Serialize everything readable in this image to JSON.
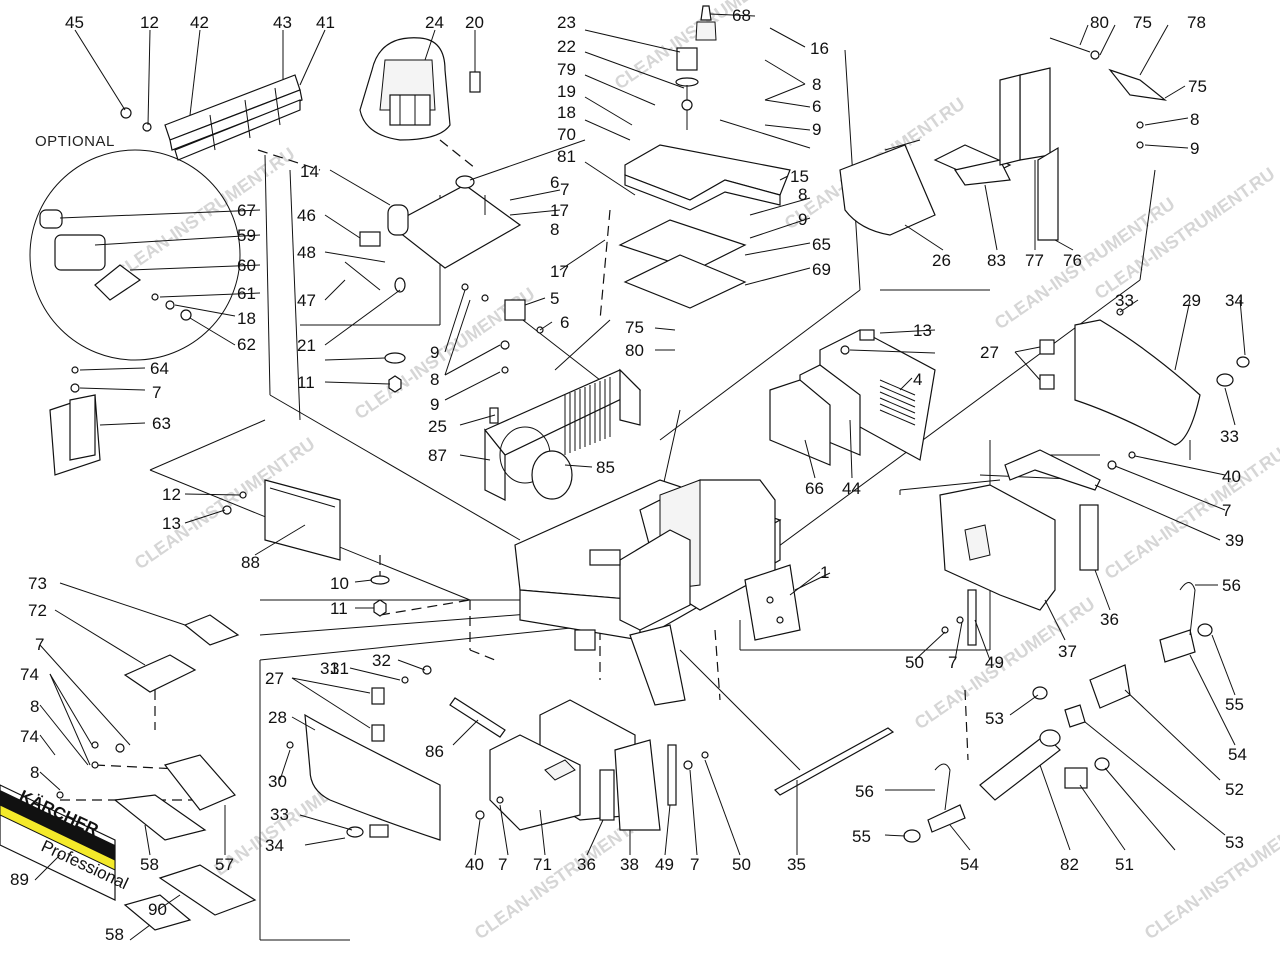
{
  "diagram": {
    "optional_label": "OPTIONAL",
    "watermark": "CLEAN-INSTRUMENT.RU",
    "logo": {
      "brand": "KÄRCHER",
      "sub": "Professional"
    },
    "part_numbers": [
      "45",
      "12",
      "42",
      "43",
      "41",
      "24",
      "20",
      "23",
      "68",
      "16",
      "22",
      "8",
      "79",
      "6",
      "19",
      "9",
      "18",
      "70",
      "81",
      "7",
      "15",
      "80",
      "75",
      "78",
      "14",
      "46",
      "48",
      "47",
      "21",
      "11",
      "5",
      "17",
      "65",
      "69",
      "26",
      "83",
      "77",
      "76",
      "67",
      "59",
      "60",
      "61",
      "62",
      "64",
      "63",
      "25",
      "87",
      "85",
      "13",
      "4",
      "88",
      "10",
      "73",
      "72",
      "74",
      "89",
      "58",
      "90",
      "57",
      "27",
      "31",
      "32",
      "28",
      "86",
      "30",
      "33",
      "34",
      "40",
      "71",
      "36",
      "38",
      "49",
      "50",
      "35",
      "66",
      "44",
      "29",
      "39",
      "37",
      "1",
      "56",
      "55",
      "54",
      "52",
      "53",
      "82",
      "51"
    ]
  }
}
